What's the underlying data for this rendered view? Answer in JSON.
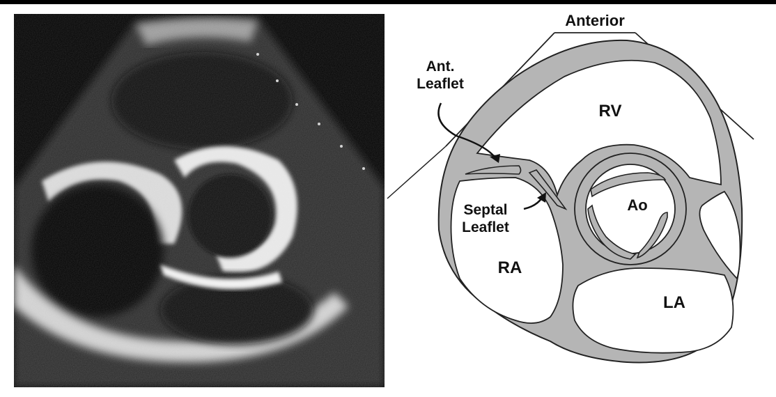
{
  "diagram": {
    "labels": {
      "anterior": "Anterior",
      "ant_leaflet_line1": "Ant.",
      "ant_leaflet_line2": "Leaflet",
      "septal_leaflet_line1": "Septal",
      "septal_leaflet_line2": "Leaflet",
      "rv": "RV",
      "ra": "RA",
      "ao": "Ao",
      "la": "LA"
    },
    "colors": {
      "wall_fill": "#b5b5b5",
      "wall_stroke": "#222222",
      "chamber_fill": "#ffffff",
      "echo_background": "#000000"
    }
  }
}
